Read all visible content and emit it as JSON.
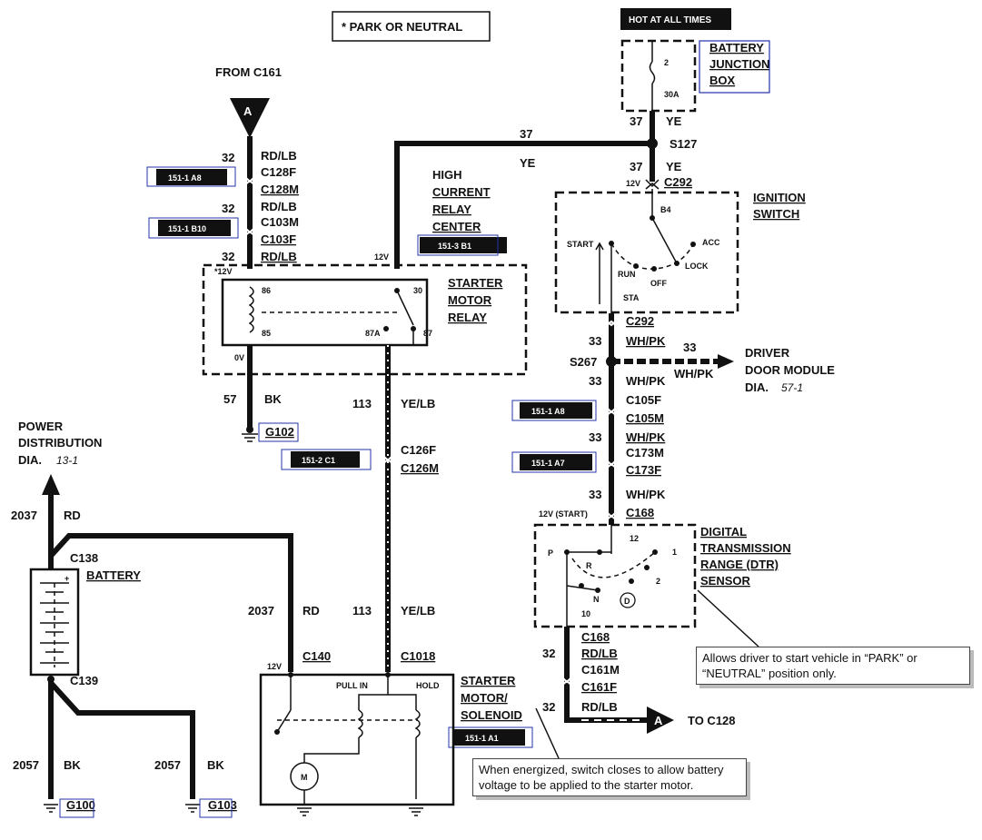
{
  "header": {
    "park_neutral": "* PARK OR NEUTRAL",
    "hot_at_all_times": "HOT AT ALL TIMES"
  },
  "battery_junction_box": {
    "line1": "BATTERY",
    "line2": "JUNCTION",
    "line3": "BOX",
    "fuse_number": "2",
    "fuse_rating": "30A"
  },
  "from_connector": "FROM C161",
  "connector_a_letter": "A",
  "to_connector": "TO C128",
  "refs": {
    "r1": "151-1 A8",
    "r2": "151-1 B10",
    "r3": "151-3 B1",
    "r4": "151-2 C1",
    "r5": "151-1 A8",
    "r6": "151-1 A7",
    "r7": "151-1 A1"
  },
  "wires": {
    "w32": "32",
    "rdlb": "RD/LB",
    "w37": "37",
    "ye": "YE",
    "w33": "33",
    "whpk": "WH/PK",
    "w57": "57",
    "bk": "BK",
    "w113": "113",
    "yelb": "YE/LB",
    "w2037": "2037",
    "rd": "RD",
    "w2057": "2057"
  },
  "connectors": {
    "c128f": "C128F",
    "c128m": "C128M",
    "c103m": "C103M",
    "c103f": "C103F",
    "s127": "S127",
    "c292": "C292",
    "s267": "S267",
    "c105f": "C105F",
    "c105m": "C105M",
    "c173m": "C173M",
    "c173f": "C173F",
    "c168": "C168",
    "c161m": "C161M",
    "c161f": "C161F",
    "c126f": "C126F",
    "c126m": "C126M",
    "c138": "C138",
    "c139": "C139",
    "c140": "C140",
    "c1018": "C1018",
    "g102": "G102",
    "g100": "G100",
    "g103": "G103"
  },
  "voltages": {
    "v12": "12V",
    "v12star": "*12V",
    "v0": "0V",
    "v12start": "12V (START)"
  },
  "hcrc": {
    "line1": "HIGH",
    "line2": "CURRENT",
    "line3": "RELAY",
    "line4": "CENTER"
  },
  "starter_relay": {
    "line1": "STARTER",
    "line2": "MOTOR",
    "line3": "RELAY",
    "p86": "86",
    "p85": "85",
    "p30": "30",
    "p87a": "87A",
    "p87": "87"
  },
  "ignition": {
    "line1": "IGNITION",
    "line2": "SWITCH",
    "b4": "B4",
    "acc": "ACC",
    "start": "START",
    "lock": "LOCK",
    "run": "RUN",
    "off": "OFF",
    "sta": "STA"
  },
  "ddm": {
    "line1": "DRIVER",
    "line2": "DOOR MODULE",
    "dia": "DIA.",
    "dia_num": "57-1"
  },
  "power_dist": {
    "line1": "POWER",
    "line2": "DISTRIBUTION",
    "dia": "DIA.",
    "dia_num": "13-1"
  },
  "battery": {
    "label": "BATTERY",
    "plus": "+"
  },
  "dtr": {
    "line1": "DIGITAL",
    "line2": "TRANSMISSION",
    "line3": "RANGE (DTR)",
    "line4": "SENSOR",
    "p12": "12",
    "p": "P",
    "r": "R",
    "n": "N",
    "d": "D",
    "one": "1",
    "two": "2",
    "ten": "10"
  },
  "solenoid": {
    "line1": "STARTER",
    "line2": "MOTOR/",
    "line3": "SOLENOID",
    "pull_in": "PULL IN",
    "hold": "HOLD",
    "motor": "M"
  },
  "notes": {
    "dtr_note": "Allows driver to start vehicle in “PARK” or “NEUTRAL” position only.",
    "solenoid_note": "When energized, switch closes to allow battery voltage to be applied to the starter motor."
  }
}
